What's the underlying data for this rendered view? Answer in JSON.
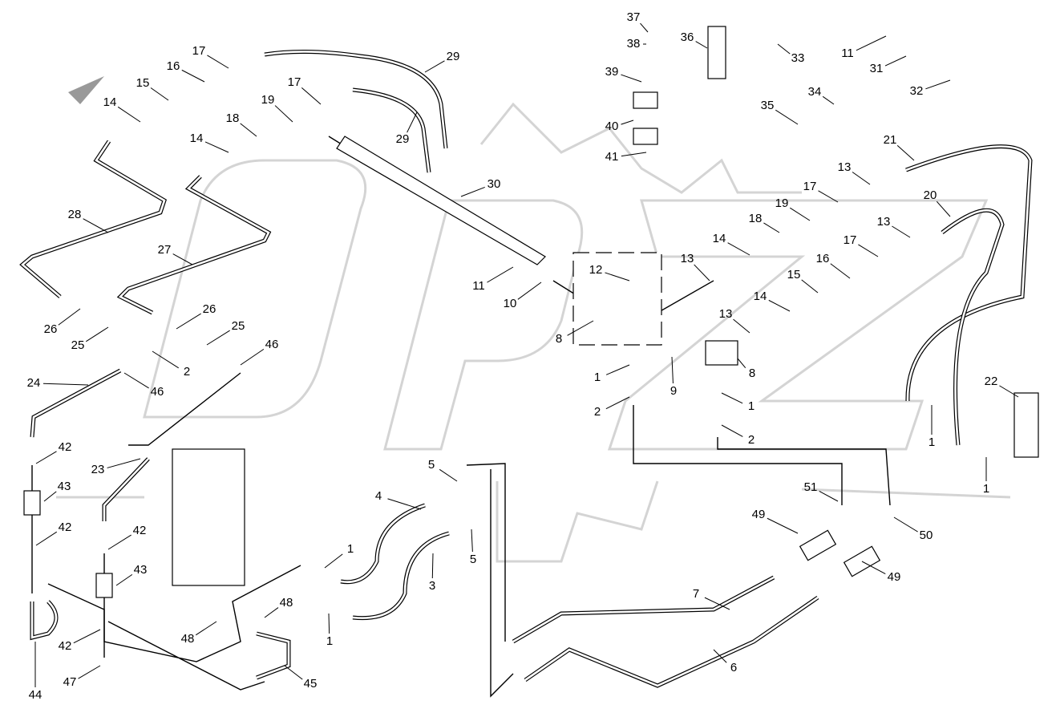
{
  "diagram": {
    "callouts": [
      "37",
      "38",
      "39",
      "40",
      "41",
      "36",
      "33",
      "11",
      "31",
      "32",
      "34",
      "35",
      "21",
      "13",
      "17",
      "19",
      "20",
      "13",
      "18",
      "17",
      "14",
      "16",
      "15",
      "13",
      "14",
      "13",
      "8",
      "12",
      "11",
      "10",
      "8",
      "9",
      "1",
      "2",
      "1",
      "2",
      "22",
      "1",
      "1",
      "51",
      "49",
      "50",
      "49",
      "7",
      "6",
      "5",
      "4",
      "1",
      "3",
      "5",
      "1",
      "48",
      "48",
      "45",
      "44",
      "47",
      "42",
      "43",
      "42",
      "23",
      "42",
      "43",
      "42",
      "24",
      "46",
      "2",
      "46",
      "25",
      "26",
      "26",
      "25",
      "28",
      "27",
      "14",
      "15",
      "16",
      "17",
      "14",
      "18",
      "19",
      "17",
      "29",
      "29",
      "30"
    ],
    "watermark": "OPZ",
    "colors": {
      "line": "#000000",
      "watermark": "#d4d4d4"
    }
  }
}
